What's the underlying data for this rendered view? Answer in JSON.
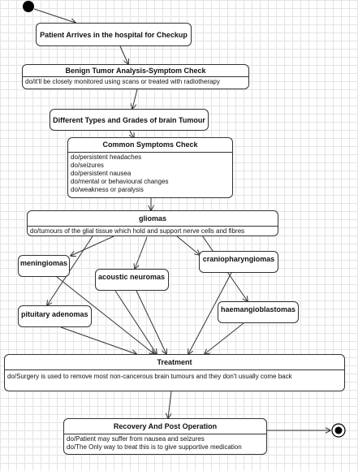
{
  "nodes": {
    "arrival": {
      "title": "Patient Arrives in the hospital for Checkup"
    },
    "benign": {
      "title": "Benign Tumor Analysis-Symptom Check",
      "actions": [
        "do/it'll be closely monitored using scans or treated with radiotherapy"
      ]
    },
    "types": {
      "title": "Different Types and Grades of brain Tumour"
    },
    "symptoms": {
      "title": "Common Symptoms Check",
      "actions": [
        "do/persistent headaches",
        "do/seizures",
        "do/persistent nausea",
        "do/mental or behavioural changes",
        "do/weakness or paralysis"
      ]
    },
    "gliomas": {
      "title": "gliomas",
      "actions": [
        "do/tumours of the glial tissue  which hold and support nerve cells and fibres"
      ]
    },
    "meningiomas": {
      "title": "meningiomas"
    },
    "acoustic": {
      "title": "acoustic neuromas"
    },
    "cranio": {
      "title": "craniopharyngiomas"
    },
    "pituitary": {
      "title": "pituitary adenomas"
    },
    "haemangio": {
      "title": "haemangioblastomas"
    },
    "treatment": {
      "title": "Treatment",
      "actions": [
        "do/Surgery is used to remove most non-cancerous brain tumours and they don't usually come back"
      ]
    },
    "recovery": {
      "title": "Recovery And Post Operation",
      "actions": [
        "do/Patient may suffer from nausea and seizures",
        "do/The Only way to treat this is to give supportive medication"
      ]
    }
  },
  "colors": {
    "line": "#333333",
    "border": "#333333",
    "grid": "#e4e4e4",
    "node_fill": "#ffffff"
  }
}
